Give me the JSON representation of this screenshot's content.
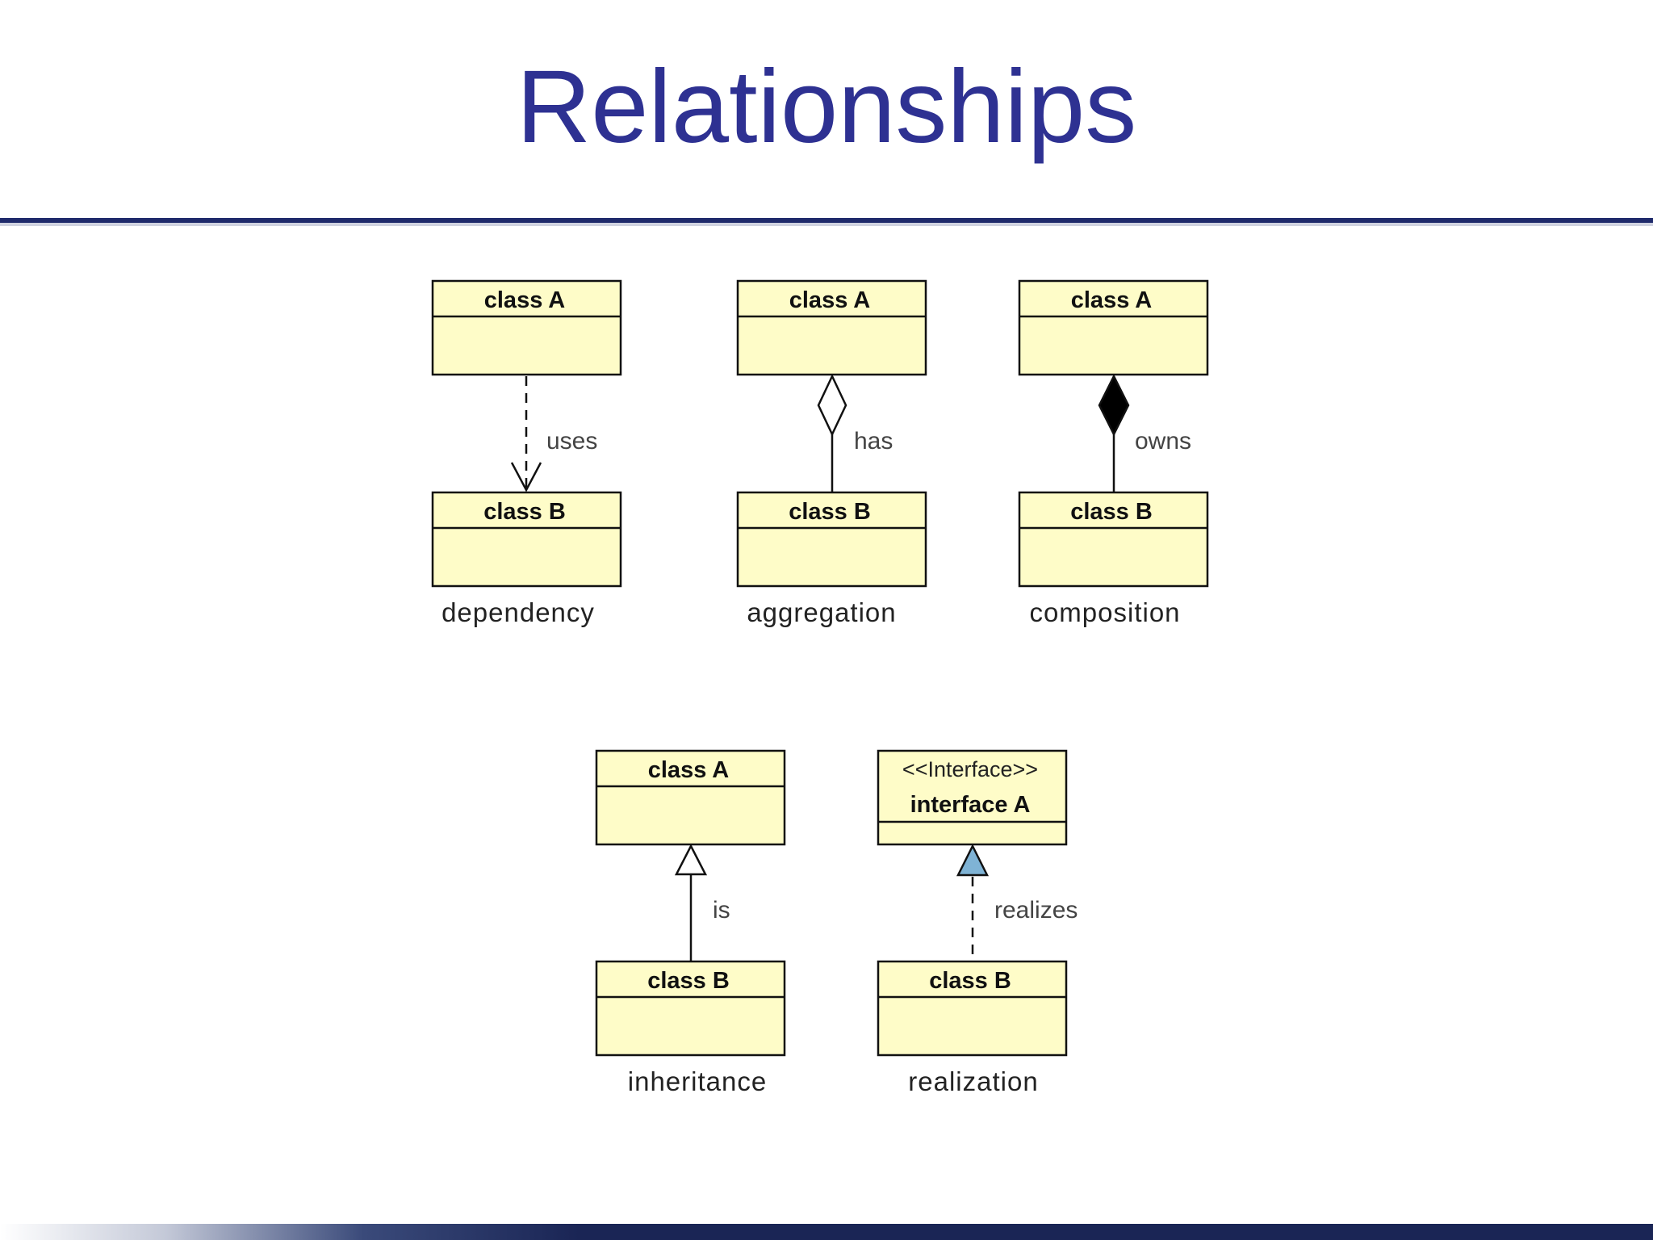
{
  "slide": {
    "title": "Relationships"
  },
  "colors": {
    "title": "#2e3192",
    "box_fill": "#fefcc8",
    "realization_arrow": "#7fb3d5",
    "rule": "#1f2a6b"
  },
  "diagrams": {
    "dependency": {
      "top": "class A",
      "bottom": "class B",
      "label": "uses",
      "caption": "dependency"
    },
    "aggregation": {
      "top": "class A",
      "bottom": "class B",
      "label": "has",
      "caption": "aggregation"
    },
    "composition": {
      "top": "class A",
      "bottom": "class B",
      "label": "owns",
      "caption": "composition"
    },
    "inheritance": {
      "top": "class A",
      "bottom": "class B",
      "label": "is",
      "caption": "inheritance"
    },
    "realization": {
      "stereotype": "<<Interface>>",
      "top": "interface A",
      "bottom": "class B",
      "label": "realizes",
      "caption": "realization"
    }
  }
}
